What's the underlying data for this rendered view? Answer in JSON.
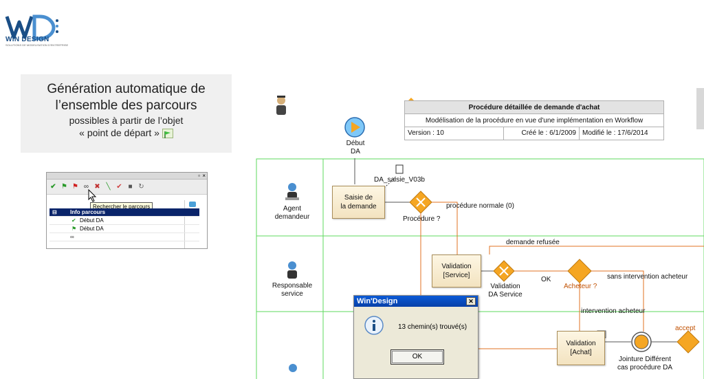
{
  "logo": {
    "mark": "WD",
    "brand": "WIN DESIGN",
    "tagline": "SOLUTIONS DE MODELISATION D'ENTREPRISE"
  },
  "caption": {
    "line1": "Génération automatique de",
    "line2": "l’ensemble des parcours",
    "line3": "possibles à partir de l’objet",
    "line4": "« point de départ »"
  },
  "panel": {
    "tooltip": "Rechercher le parcours",
    "tree": [
      {
        "label": "Info parcours"
      },
      {
        "label": "Début DA"
      },
      {
        "label": "Début DA"
      }
    ]
  },
  "info_table": {
    "title": "Procédure détaillée de demande d'achat",
    "subtitle": "Modélisation de la procédure en vue d'une implémentation en Workflow",
    "version": "Version : 10",
    "created": "Créé le : 6/1/2009",
    "modified": "Modifié le : 17/6/2014"
  },
  "diagram": {
    "start_event": "Début\nDA",
    "data_object": "DA_saisie_V03b",
    "lanes": [
      "Agent\ndemandeur",
      "Responsable\nservice"
    ],
    "tasks": {
      "saisie": "Saisie de\nla demande",
      "validation_service": "Validation\n[Service]",
      "validation_achat": "Validation\n[Achat]"
    },
    "gateways": {
      "procedure": "Procédure ?",
      "validation_da": "Validation\nDA Service",
      "acheteur": "Acheteur ?",
      "jointure": "Jointure Différent\ncas procédure DA"
    },
    "flows": {
      "normale": "procédure normale (0)",
      "refusee": "demande refusée",
      "ok": "OK",
      "sans": "sans intervention acheteur",
      "intervention": "intervention acheteur",
      "accept": "accept"
    }
  },
  "dialog": {
    "title": "Win'Design",
    "message": "13 chemin(s) trouvé(s)",
    "ok_label": "OK"
  },
  "colors": {
    "lane_border": "#5ed85e",
    "flow_orange": "#e07020",
    "gateway_orange": "#f5a623",
    "accent_blue": "#1a4e86"
  }
}
